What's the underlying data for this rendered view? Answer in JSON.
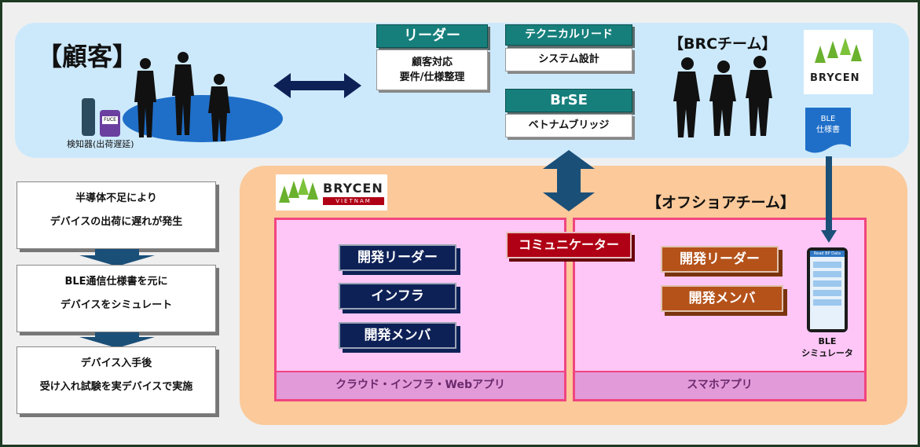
{
  "client": {
    "title": "【顧客】",
    "detector_label": "検知器(出荷遅延)",
    "detector_screen": "FUCE"
  },
  "brc": {
    "title": "【BRCチーム】",
    "leader": {
      "head": "リーダー",
      "body_line1": "顧客対応",
      "body_line2": "要件/仕様整理"
    },
    "tech_lead": {
      "head": "テクニカルリード",
      "body": "システム設計"
    },
    "brse": {
      "head": "BrSE",
      "body": "ベトナムブリッジ"
    },
    "logo_text": "BRYCEN",
    "spec_doc_line1": "BLE",
    "spec_doc_line2": "仕様書"
  },
  "offshore": {
    "title": "【オフショアチーム】",
    "logo_text": "BRYCEN",
    "logo_sub": "VIETNAM",
    "communicator": "コミュニケーター",
    "left_zone": {
      "items": [
        "開発リーダー",
        "インフラ",
        "開発メンバ"
      ],
      "label": "クラウド・インフラ・Webアプリ"
    },
    "right_zone": {
      "items": [
        "開発リーダー",
        "開発メンバ"
      ],
      "label": "スマホアプリ"
    },
    "simulator_line1": "BLE",
    "simulator_line2": "シミュレータ",
    "phone_header": "Read BP Data"
  },
  "flow": {
    "steps": [
      {
        "line1": "半導体不足により",
        "line2": "デバイスの出荷に遅れが発生"
      },
      {
        "line1": "BLE通信仕様書を元に",
        "line2": "デバイスをシミュレート"
      },
      {
        "line1": "デバイス入手後",
        "line2": "受け入れ試験を実デバイスで実施"
      }
    ]
  },
  "colors": {
    "teal": "#167f7c",
    "navy": "#0e2157",
    "rust": "#b4521a",
    "communicator_red": "#b00015",
    "zone_border": "#f0457f",
    "client_bg": "#cce9fb",
    "offshore_bg": "#fbc99a"
  }
}
